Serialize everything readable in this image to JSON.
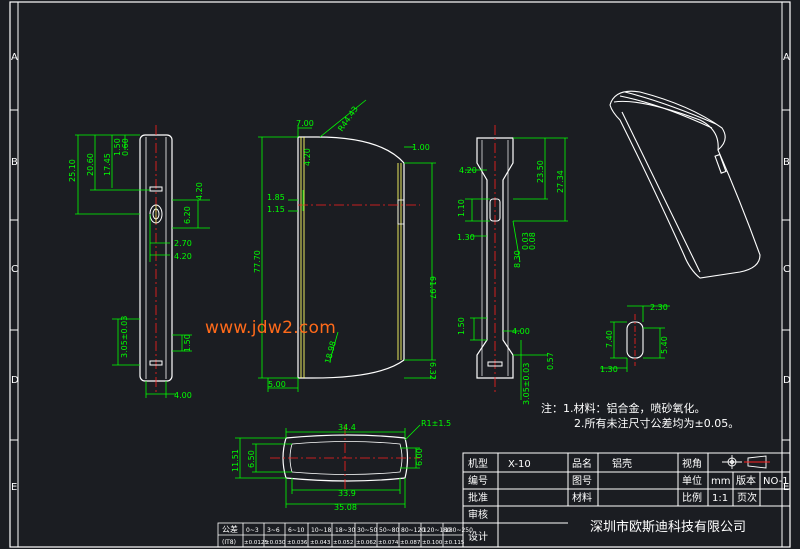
{
  "watermark": "www.jdw2.com",
  "notes": {
    "line1": "注：1.材料：铝合金，喷砂氧化。",
    "line2": "2.所有未注尺寸公差均为±0.05。"
  },
  "border_letters": [
    "A",
    "B",
    "C",
    "D",
    "E"
  ],
  "left_view": {
    "dims": [
      "25.10",
      "20.60",
      "17.45",
      "1.50",
      "0.60",
      "4.20",
      "6.20",
      "2.70",
      "4.20",
      "3.05±0.03",
      "1.50",
      "4.00"
    ]
  },
  "front_view": {
    "dims": [
      "7.00",
      "R44.43",
      "1.00",
      "4.20",
      "1.85",
      "1.15",
      "77.70",
      "61.97",
      "18.98",
      "5.00",
      "6.32"
    ]
  },
  "side_view": {
    "dims": [
      "4.20",
      "23.50",
      "27.34",
      "1.10",
      "1.30",
      "8.30",
      "0.03",
      "0.08",
      "1.50",
      "4.00",
      "0.57",
      "3.05±0.03"
    ]
  },
  "slot_detail": {
    "dims": [
      "2.30",
      "7.40",
      "5.40",
      "1.30"
    ]
  },
  "bottom_view": {
    "dims": [
      "34.4",
      "R1±1.5",
      "11.51",
      "6.50",
      "6.00",
      "33.9",
      "35.08"
    ]
  },
  "title_block": {
    "row1": {
      "model_label": "机型",
      "model_value": "X-10",
      "name_label": "品名",
      "name_value": "铝壳",
      "view_label": "视角"
    },
    "row2": {
      "code_label": "编号",
      "drawing_label": "图号",
      "unit_label": "单位",
      "unit_value": "mm",
      "version_label": "版本",
      "version_value": "NO-1"
    },
    "row3": {
      "approve_label": "批准",
      "material_label": "材料",
      "scale_label": "比例",
      "scale_value": "1:1",
      "page_label": "页次"
    },
    "row4": {
      "review_label": "审核"
    },
    "row5": {
      "design_label": "设计",
      "company": "深圳市欧斯迪科技有限公司"
    }
  },
  "tolerance_table": {
    "label": "公差",
    "sub_label": "(IT8)",
    "ranges": [
      "0~3",
      "3~6",
      "6~10",
      "10~18",
      "18~30",
      "30~50",
      "50~80",
      "80~120",
      "120~180",
      "180~250"
    ],
    "values": [
      "±0.0125",
      "±0.030",
      "±0.036",
      "±0.043",
      "±0.052",
      "±0.062",
      "±0.074",
      "±0.087",
      "±0.100",
      "±0.115"
    ]
  },
  "colors": {
    "background": "#1b1d22",
    "outline": "#ffffff",
    "dimension": "#00ff00",
    "centerline": "#ff2020",
    "hidden_line": "#ffff66",
    "watermark": "#ff6a1a"
  }
}
